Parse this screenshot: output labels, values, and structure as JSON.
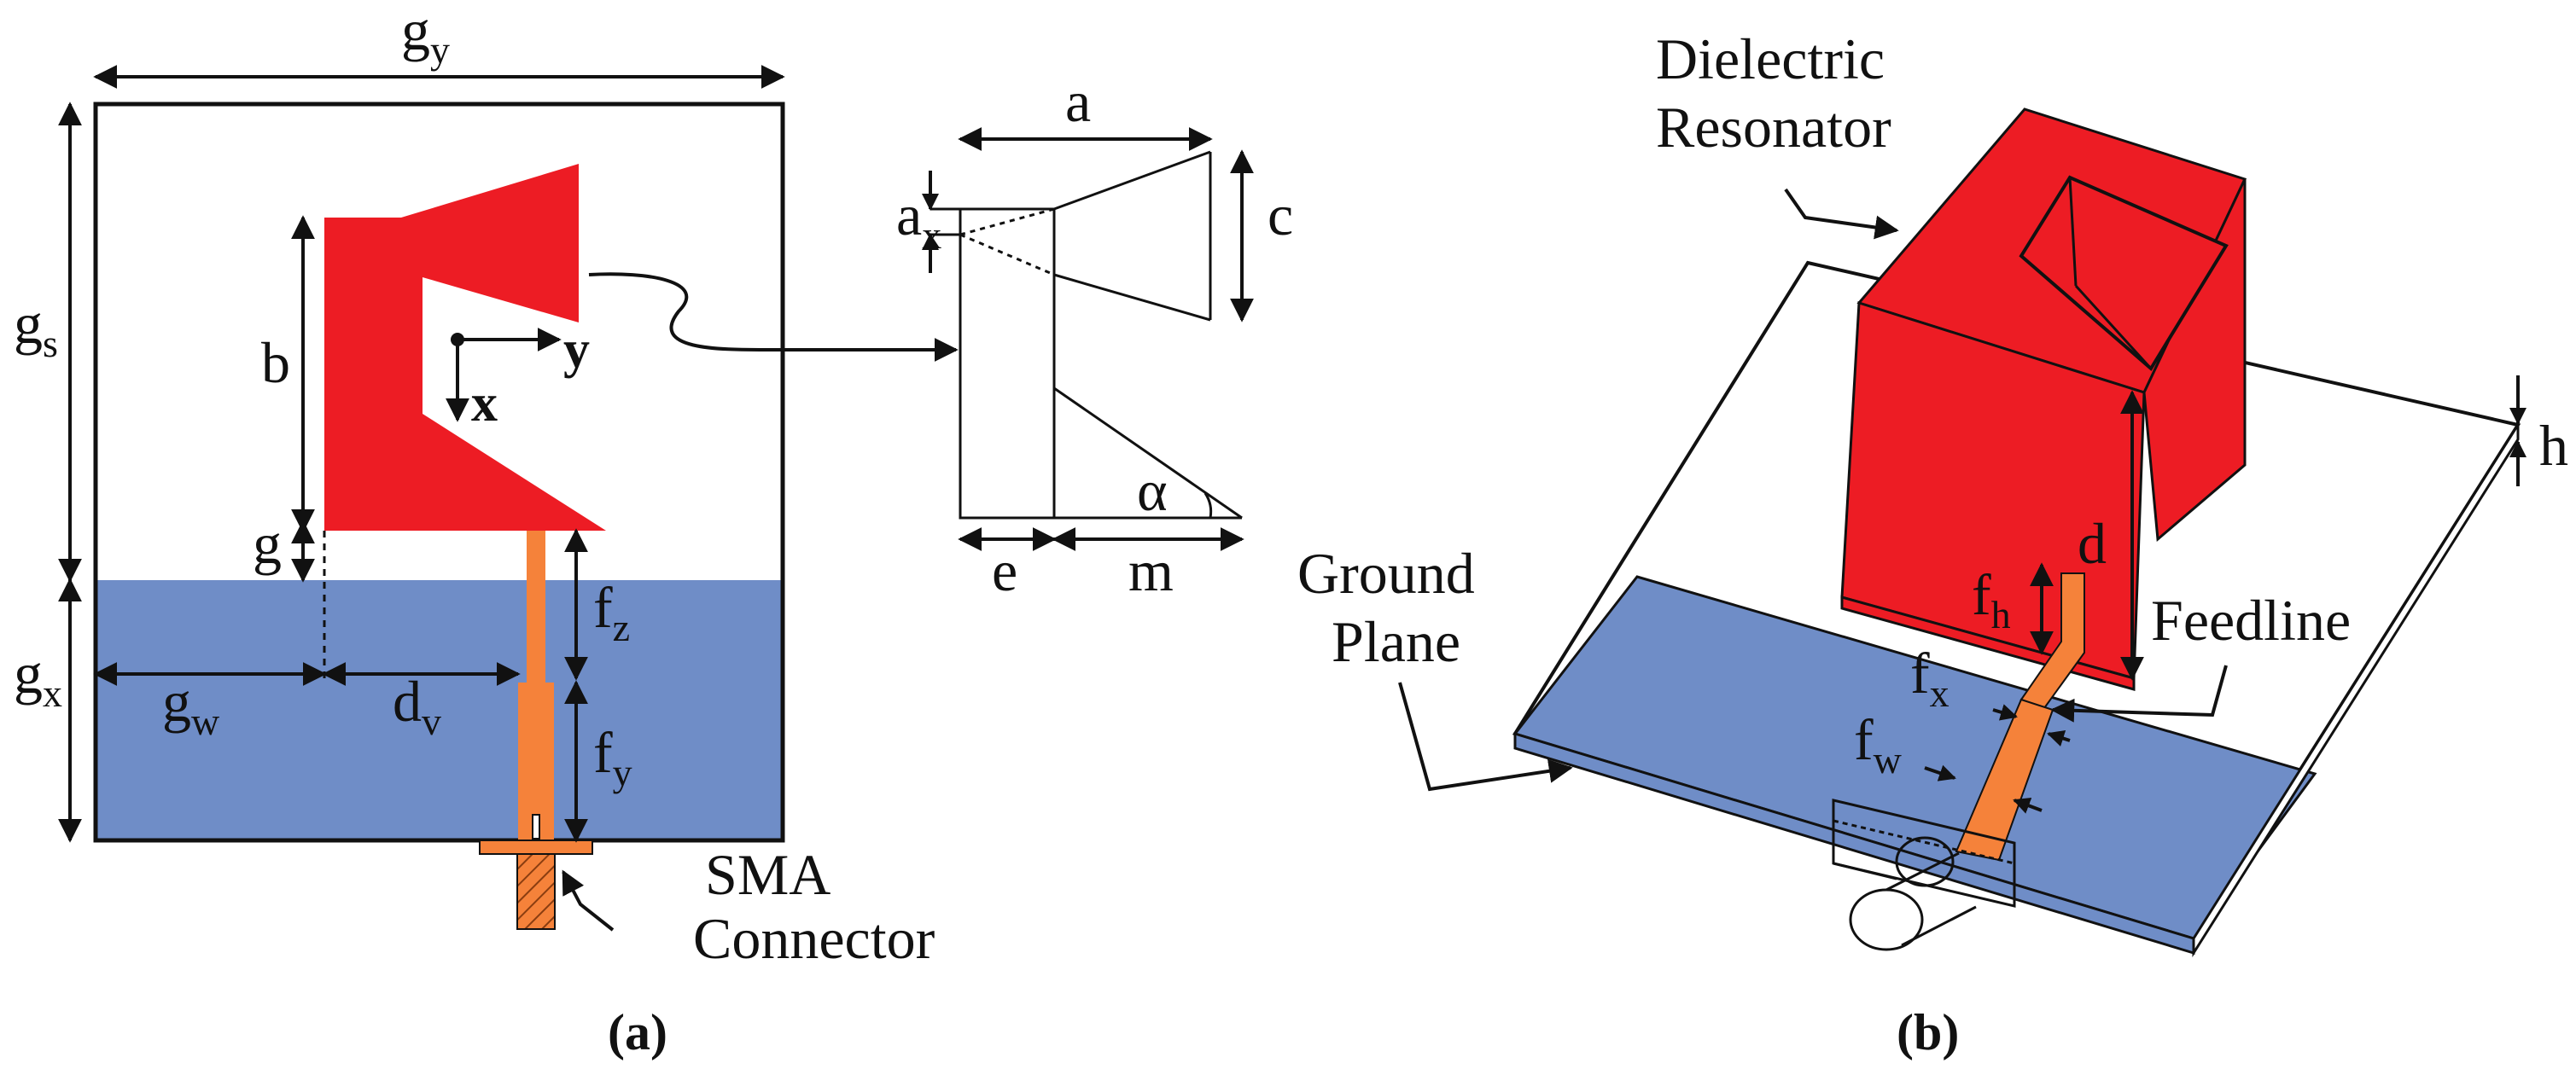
{
  "colors": {
    "resonator": "#ED1C24",
    "ground": "#6F8DC7",
    "feedline": "#F5823A",
    "outline": "#111111"
  },
  "panel_a": {
    "caption": "(a)",
    "dims": {
      "gy": "g",
      "gy_sub": "y",
      "gs": "g",
      "gs_sub": "s",
      "gx": "g",
      "gx_sub": "x",
      "b": "b",
      "g": "g",
      "gw": "g",
      "gw_sub": "w",
      "dv": "d",
      "dv_sub": "v",
      "fz": "f",
      "fz_sub": "z",
      "fy": "f",
      "fy_sub": "y"
    },
    "axes": {
      "x": "x",
      "y": "y"
    },
    "detail": {
      "a": "a",
      "ax": "a",
      "ax_sub": "x",
      "c": "c",
      "e": "e",
      "m": "m",
      "alpha": "α"
    },
    "sma_line1": "SMA",
    "sma_line2": "Connector"
  },
  "panel_b": {
    "caption": "(b)",
    "dr_line1": "Dielectric",
    "dr_line2": "Resonator",
    "gp_line1": "Ground",
    "gp_line2": "Plane",
    "feedline": "Feedline",
    "d": "d",
    "h": "h",
    "fh": "f",
    "fh_sub": "h",
    "fx": "f",
    "fx_sub": "x",
    "fw": "f",
    "fw_sub": "w"
  }
}
